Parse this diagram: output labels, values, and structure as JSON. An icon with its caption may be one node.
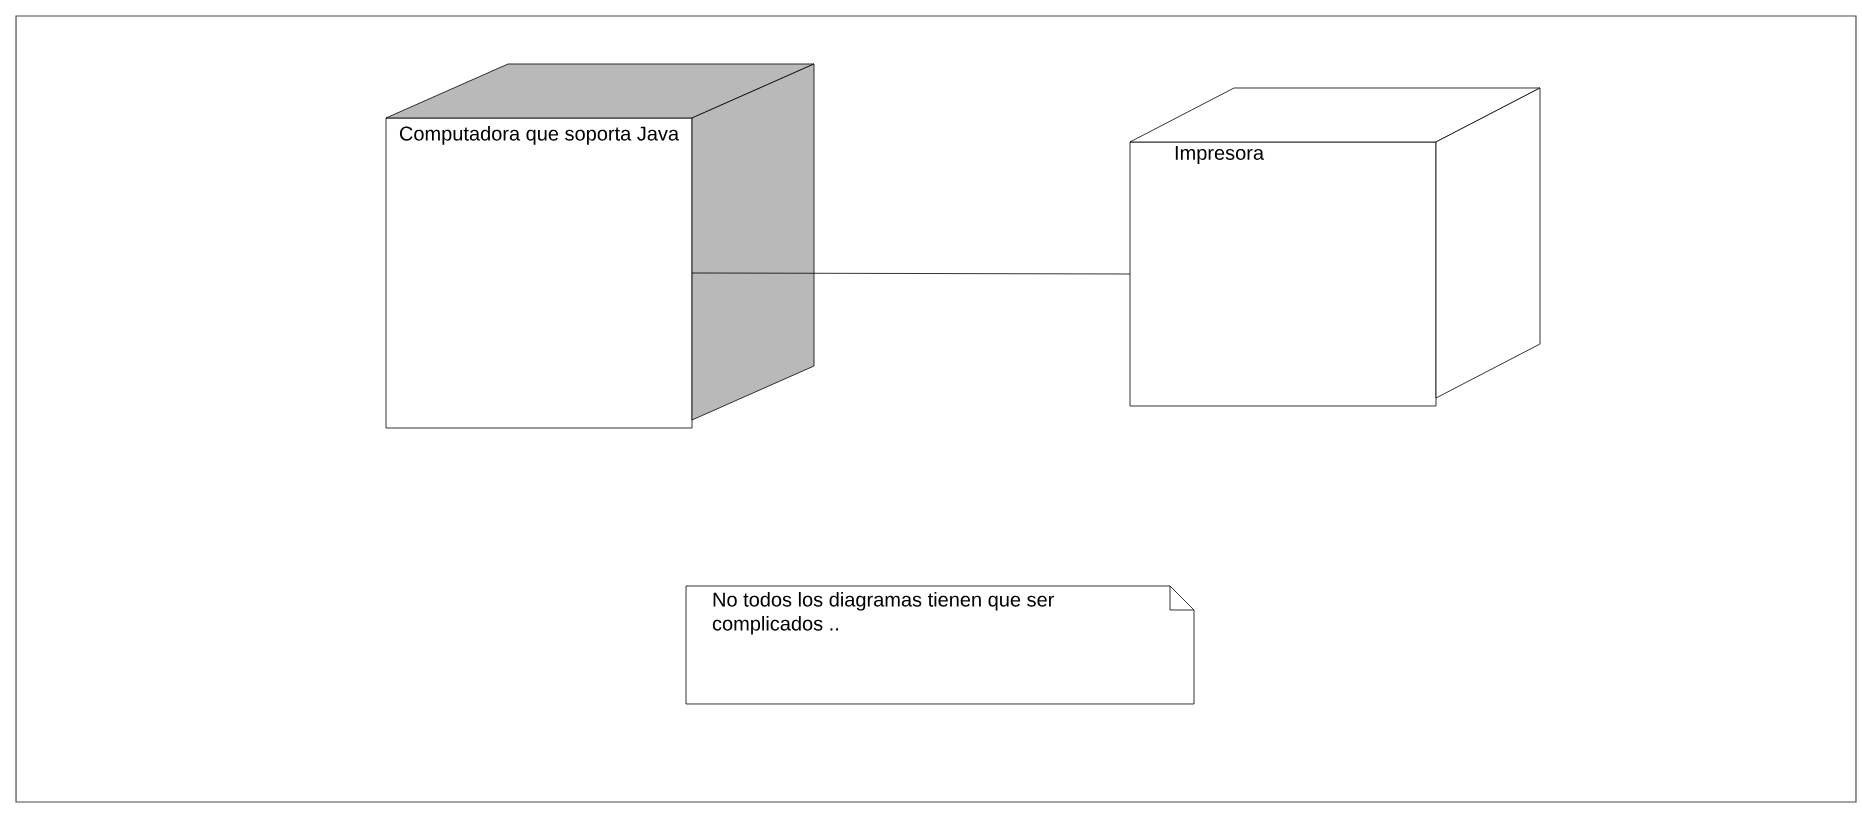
{
  "diagram": {
    "nodes": [
      {
        "text": [
          "Computadora que soporta Java"
        ]
      },
      {
        "text": [
          "Impresora"
        ]
      },
      {
        "text": [
          "No todos los diagramas tienen que ser complicados .."
        ]
      }
    ],
    "edges": [
      {
        "from": 0,
        "to": 1,
        "arrow": "none"
      }
    ]
  }
}
